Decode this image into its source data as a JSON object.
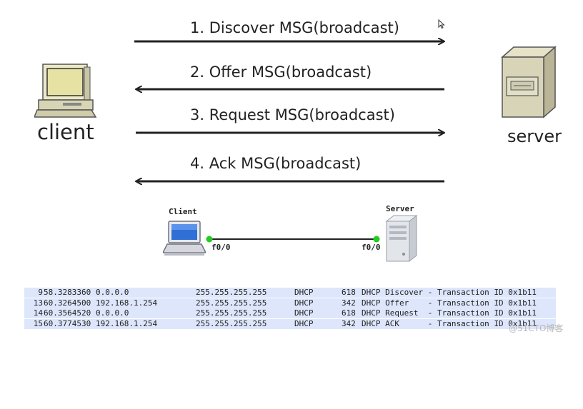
{
  "messages": [
    {
      "label": "1. Discover MSG(broadcast)",
      "direction": "to-server"
    },
    {
      "label": "2. Offer MSG(broadcast)",
      "direction": "to-client"
    },
    {
      "label": "3. Request MSG(broadcast)",
      "direction": "to-server"
    },
    {
      "label": "4. Ack MSG(broadcast)",
      "direction": "to-client"
    }
  ],
  "labels": {
    "client": "client",
    "server": "server"
  },
  "topology": {
    "client_label": "Client",
    "server_label": "Server",
    "client_port": "f0/0",
    "server_port": "f0/0",
    "port_color": "#22cc22"
  },
  "packets": [
    {
      "no": "9",
      "time": "58.3283360",
      "source": "0.0.0.0",
      "destination": "255.255.255.255",
      "protocol": "DHCP",
      "length": "618",
      "info": "DHCP Discover - Transaction ID 0x1b11"
    },
    {
      "no": "13",
      "time": "60.3264500",
      "source": "192.168.1.254",
      "destination": "255.255.255.255",
      "protocol": "DHCP",
      "length": "342",
      "info": "DHCP Offer    - Transaction ID 0x1b11"
    },
    {
      "no": "14",
      "time": "60.3564520",
      "source": "0.0.0.0",
      "destination": "255.255.255.255",
      "protocol": "DHCP",
      "length": "618",
      "info": "DHCP Request  - Transaction ID 0x1b11"
    },
    {
      "no": "15",
      "time": "60.3774530",
      "source": "192.168.1.254",
      "destination": "255.255.255.255",
      "protocol": "DHCP",
      "length": "342",
      "info": "DHCP ACK      - Transaction ID 0x1b11"
    }
  ],
  "packet_row_color": "#dde6fb",
  "watermark": "@51CTO博客"
}
